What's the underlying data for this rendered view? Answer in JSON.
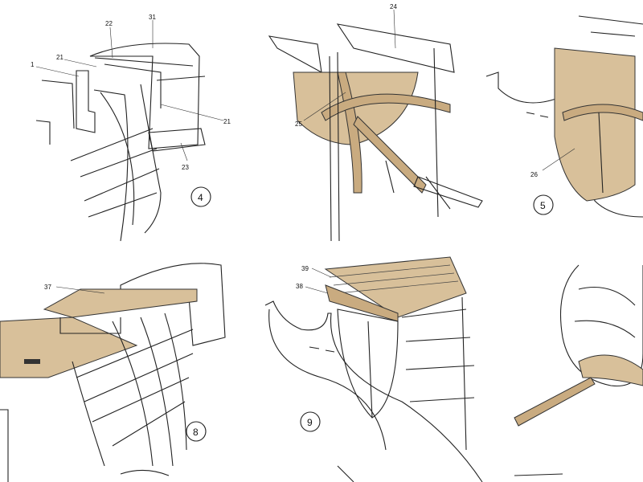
{
  "figures": [
    {
      "step": "4",
      "parts": [
        "31",
        "22",
        "21",
        "1",
        "21",
        "23"
      ]
    },
    {
      "step": "",
      "parts": [
        "24",
        "25"
      ]
    },
    {
      "step": "5",
      "parts": [
        "26"
      ]
    },
    {
      "step": "8",
      "parts": [
        "37"
      ]
    },
    {
      "step": "9",
      "parts": [
        "39",
        "38"
      ]
    },
    {
      "step": "",
      "parts": []
    }
  ]
}
